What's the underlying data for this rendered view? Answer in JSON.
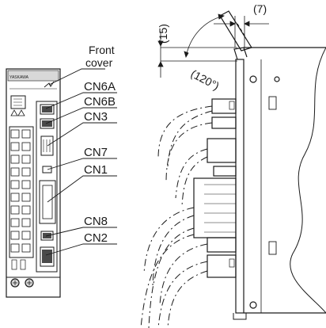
{
  "labels": {
    "front_cover": [
      "Front",
      "cover"
    ],
    "connectors": [
      "CN6A",
      "CN6B",
      "CN3",
      "CN7",
      "CN1",
      "CN8",
      "CN2"
    ],
    "dim_15": "(15)",
    "dim_7": "(7)",
    "dim_120": "(120°)",
    "brand": "YASKAWA"
  },
  "colors": {
    "line": "#1a1a1a",
    "panel": "#ffffff",
    "shade": "#d8d8d8",
    "dark": "#4a4a4a"
  }
}
